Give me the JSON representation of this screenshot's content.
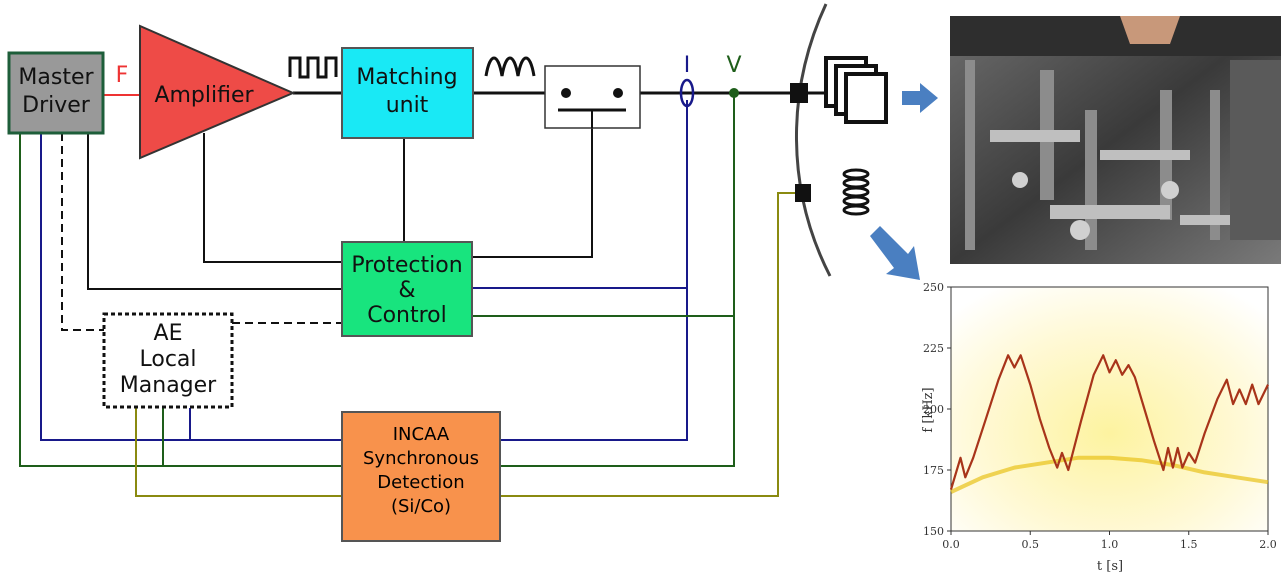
{
  "blocks": {
    "master_driver": [
      "Master",
      "Driver"
    ],
    "amplifier": "Amplifier",
    "matching_unit": [
      "Matching",
      "unit"
    ],
    "protection_control": [
      "Protection",
      "&",
      "Control"
    ],
    "ae_local_manager": [
      "AE",
      "Local",
      "Manager"
    ],
    "incaa": [
      "INCAA",
      "Synchronous",
      "Detection",
      "(Si/Co)"
    ]
  },
  "signal_labels": {
    "frequency": "F",
    "current": "I",
    "voltage": "V"
  },
  "colors": {
    "master_driver": "#999999",
    "amplifier": "#ee4b47",
    "matching_unit": "#19e9f5",
    "protection_control": "#18e47e",
    "incaa": "#f8924c",
    "wire_black": "#111111",
    "wire_blue": "#18198a",
    "wire_green": "#1e5e1a",
    "wire_olive": "#8a8a10",
    "arrow": "#4a7fc1"
  },
  "chart_data": {
    "type": "heatmap",
    "xlabel": "t [s]",
    "ylabel": "f [kHz]",
    "xlim": [
      0.0,
      2.0
    ],
    "ylim": [
      150,
      250
    ],
    "x_ticks": [
      "0.0",
      "0.5",
      "1.0",
      "1.5",
      "2.0"
    ],
    "y_ticks": [
      "150",
      "175",
      "200",
      "225",
      "250"
    ],
    "series": [
      {
        "x": [
          0.0,
          0.06,
          0.09,
          0.14,
          0.22,
          0.3,
          0.36,
          0.4,
          0.44,
          0.5,
          0.56,
          0.62,
          0.67,
          0.7,
          0.74,
          0.82,
          0.9,
          0.96,
          1.0,
          1.04,
          1.08,
          1.12,
          1.16,
          1.22,
          1.28,
          1.34,
          1.37,
          1.4,
          1.43,
          1.46,
          1.5,
          1.54,
          1.6,
          1.68,
          1.74,
          1.78,
          1.82,
          1.86,
          1.9,
          1.94,
          2.0
        ],
        "y": [
          167,
          180,
          172,
          180,
          196,
          212,
          222,
          217,
          222,
          210,
          196,
          184,
          176,
          182,
          175,
          195,
          214,
          222,
          215,
          220,
          214,
          218,
          213,
          200,
          187,
          175,
          184,
          176,
          184,
          176,
          182,
          178,
          190,
          204,
          212,
          202,
          208,
          202,
          210,
          202,
          210
        ]
      },
      {
        "x": [
          0.0,
          0.2,
          0.4,
          0.6,
          0.8,
          1.0,
          1.2,
          1.4,
          1.6,
          1.8,
          2.0
        ],
        "y": [
          166,
          172,
          176,
          178,
          180,
          180,
          179,
          177,
          174,
          172,
          170
        ]
      }
    ]
  }
}
